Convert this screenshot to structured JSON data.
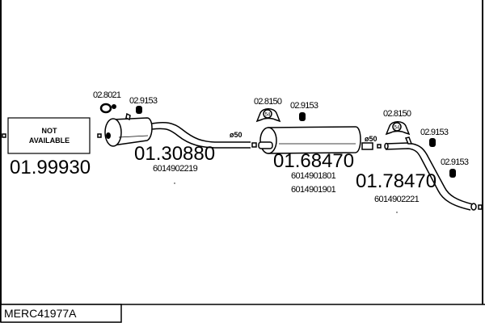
{
  "diagram_code": "MERC41977A",
  "parts": [
    {
      "number": "01.99930",
      "label": [
        "NOT",
        "AVAILABLE"
      ]
    },
    {
      "number": "01.30880",
      "oe_numbers": [
        "6014902219"
      ]
    },
    {
      "number": "01.68470",
      "oe_numbers": [
        "6014901801",
        "6014901901"
      ]
    },
    {
      "number": "01.78470",
      "oe_numbers": [
        "6014902221"
      ]
    }
  ],
  "accessories": [
    {
      "number": "02.8021"
    },
    {
      "number": "02.9153"
    },
    {
      "number": "02.8150",
      "badge": "54"
    },
    {
      "number": "02.9153"
    },
    {
      "number": "02.8150",
      "badge": "54"
    },
    {
      "number": "02.9153"
    },
    {
      "number": "02.9153"
    }
  ],
  "diameters": [
    "ø50",
    "ø50"
  ]
}
